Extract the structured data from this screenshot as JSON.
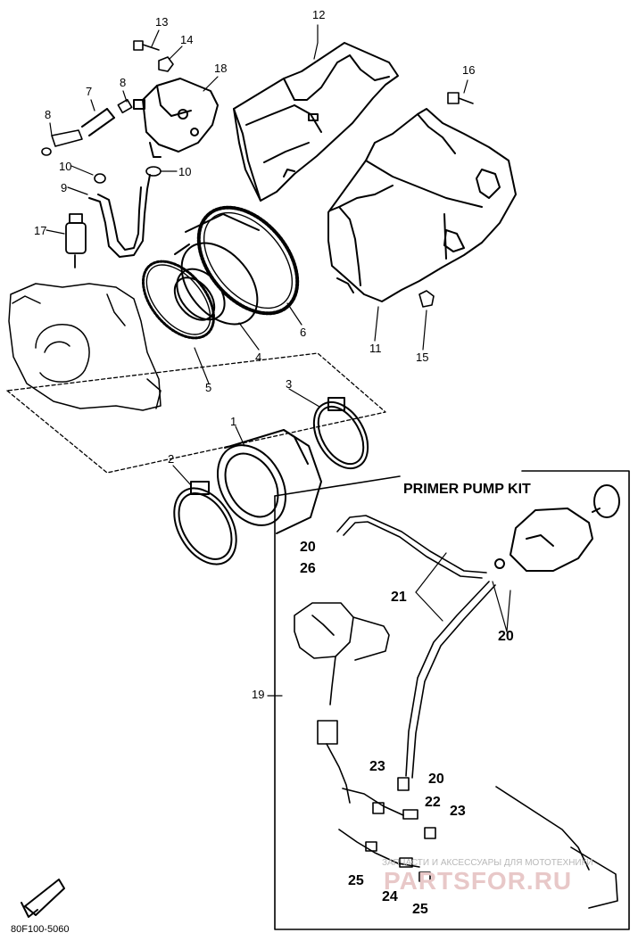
{
  "diagram": {
    "kit_title": "PRIMER PUMP KIT",
    "part_code": "80F100-5060",
    "callouts": {
      "c1": "1",
      "c2": "2",
      "c3": "3",
      "c4": "4",
      "c5": "5",
      "c6": "6",
      "c7": "7",
      "c8a": "8",
      "c8b": "8",
      "c9": "9",
      "c10a": "10",
      "c10b": "10",
      "c11": "11",
      "c12": "12",
      "c13": "13",
      "c14": "14",
      "c15": "15",
      "c16": "16",
      "c17": "17",
      "c18": "18",
      "c19": "19",
      "c20a": "20",
      "c20b": "20",
      "c20c": "20",
      "c21": "21",
      "c22": "22",
      "c23a": "23",
      "c23b": "23",
      "c24": "24",
      "c25a": "25",
      "c25b": "25",
      "c26": "26"
    }
  },
  "watermark": {
    "line": "ЗАПЧАСТИ И АКСЕССУАРЫ ДЛЯ МОТОТЕХНИКИ",
    "brand": "PARTSFOR.RU"
  }
}
